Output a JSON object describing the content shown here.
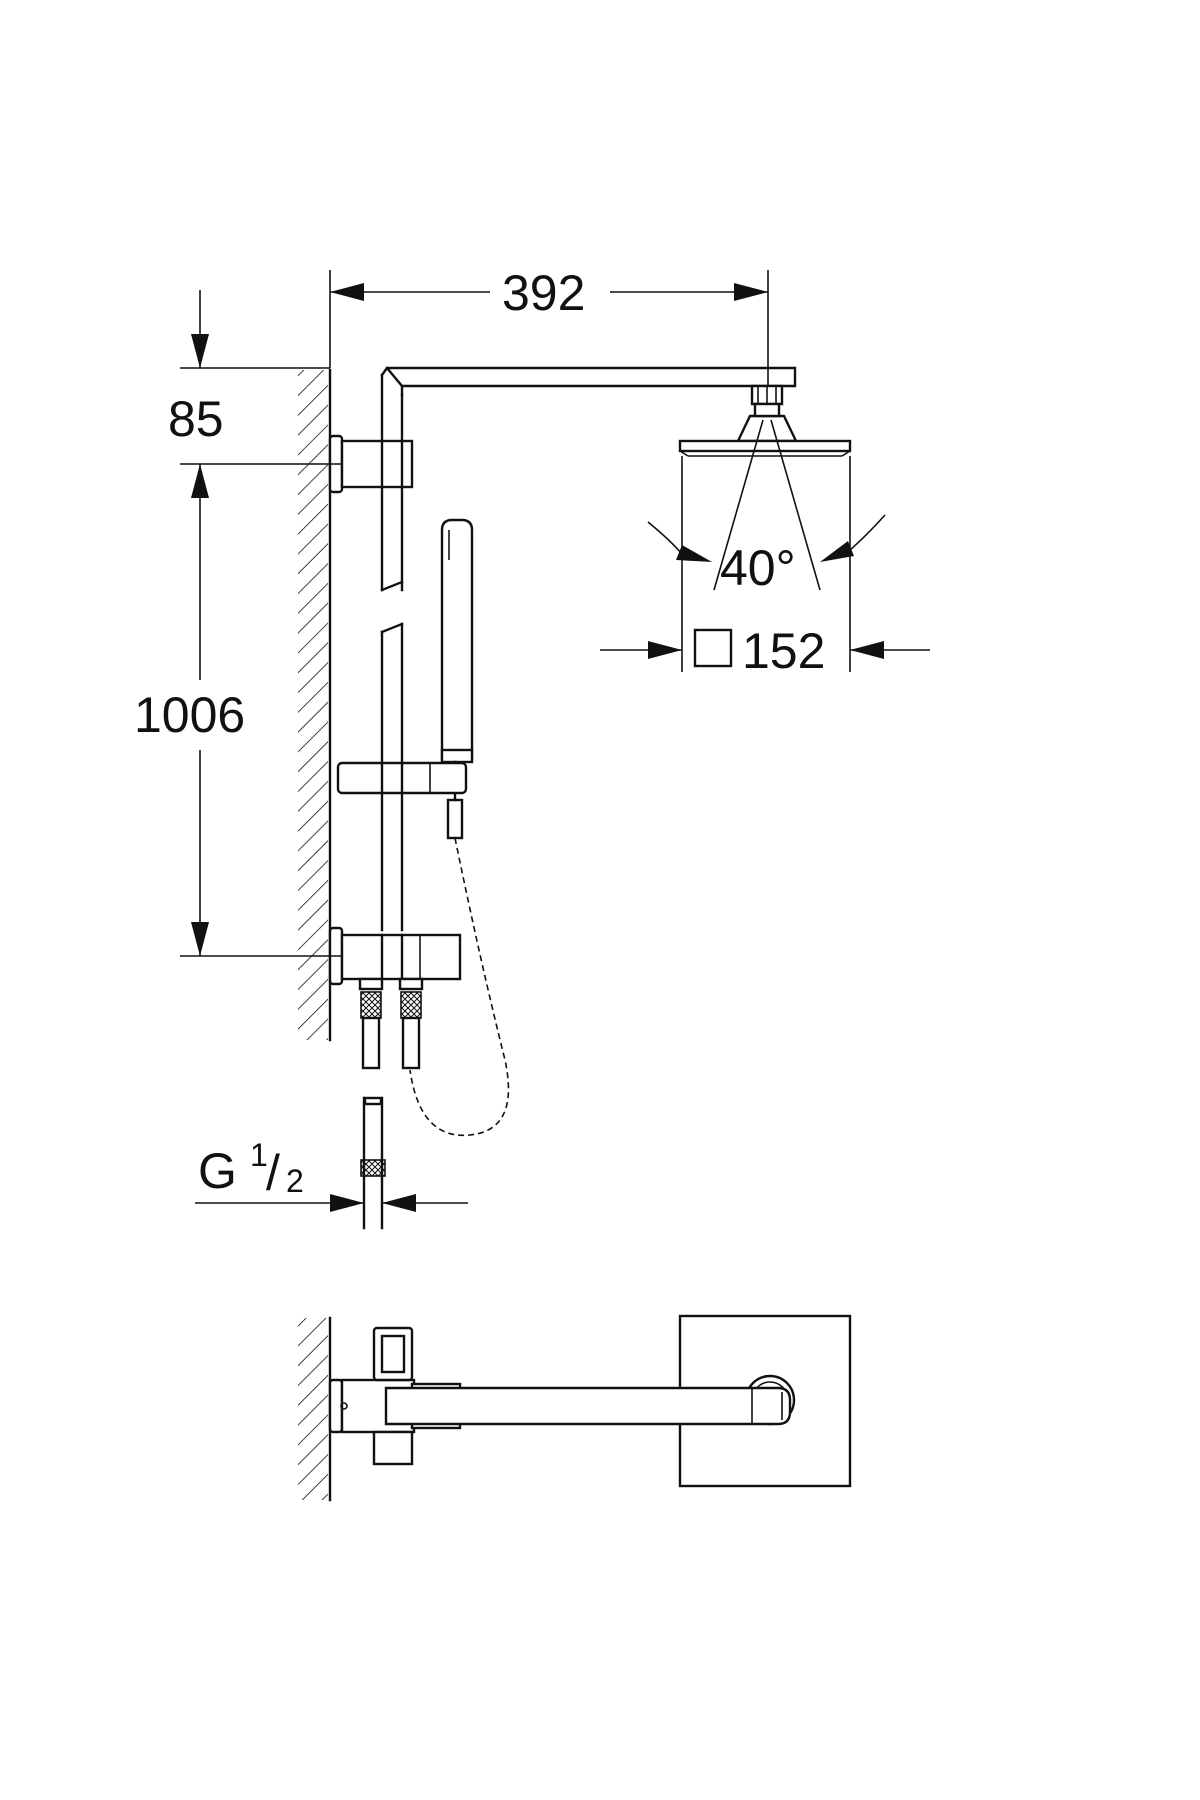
{
  "dimensions": {
    "arm_projection": "392",
    "wall_to_arm": "85",
    "bracket_spacing": "1006",
    "spray_angle": "40°",
    "head_size_symbol": "□",
    "head_size": "152",
    "thread_prefix": "G",
    "thread_num": "1",
    "thread_den": "2"
  }
}
